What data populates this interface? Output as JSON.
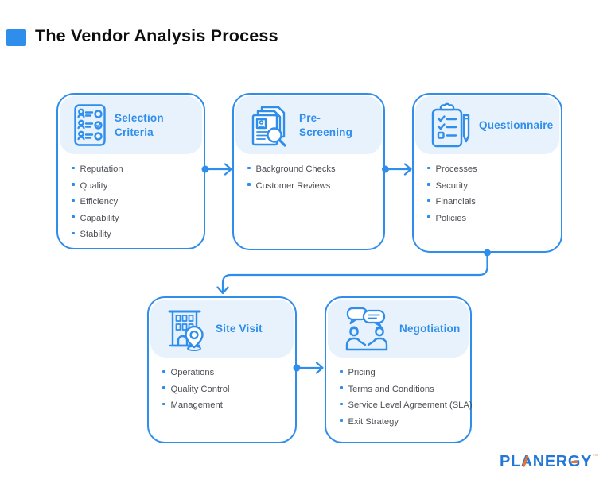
{
  "header": {
    "title": "The Vendor Analysis Process",
    "accent_color": "#2f8deb"
  },
  "cards": [
    {
      "id": "selection-criteria",
      "title": "Selection Criteria",
      "icon": "people-checklist-icon",
      "items": [
        "Reputation",
        "Quality",
        "Efficiency",
        "Capability",
        "Stability"
      ]
    },
    {
      "id": "pre-screening",
      "title": "Pre-Screening",
      "icon": "documents-magnifier-icon",
      "items": [
        "Background Checks",
        "Customer Reviews"
      ]
    },
    {
      "id": "questionnaire",
      "title": "Questionnaire",
      "icon": "clipboard-pencil-icon",
      "items": [
        "Processes",
        "Security",
        "Financials",
        "Policies"
      ]
    },
    {
      "id": "site-visit",
      "title": "Site Visit",
      "icon": "building-location-icon",
      "items": [
        "Operations",
        "Quality Control",
        "Management"
      ]
    },
    {
      "id": "negotiation",
      "title": "Negotiation",
      "icon": "handshake-chat-icon",
      "items": [
        "Pricing",
        "Terms and Conditions",
        "Service Level Agreement (SLA)",
        "Exit Strategy"
      ]
    }
  ],
  "branding": {
    "logo_text": "PLANERGY",
    "trademark": "™",
    "logo_color": "#2277d8",
    "logo_accent_color": "#f4711f"
  },
  "colors": {
    "line_blue": "#2f8deb",
    "header_background": "#e7f2fd",
    "body_text": "#4c4f54",
    "title_text": "#0e0e0e",
    "page_background": "#ffffff"
  }
}
